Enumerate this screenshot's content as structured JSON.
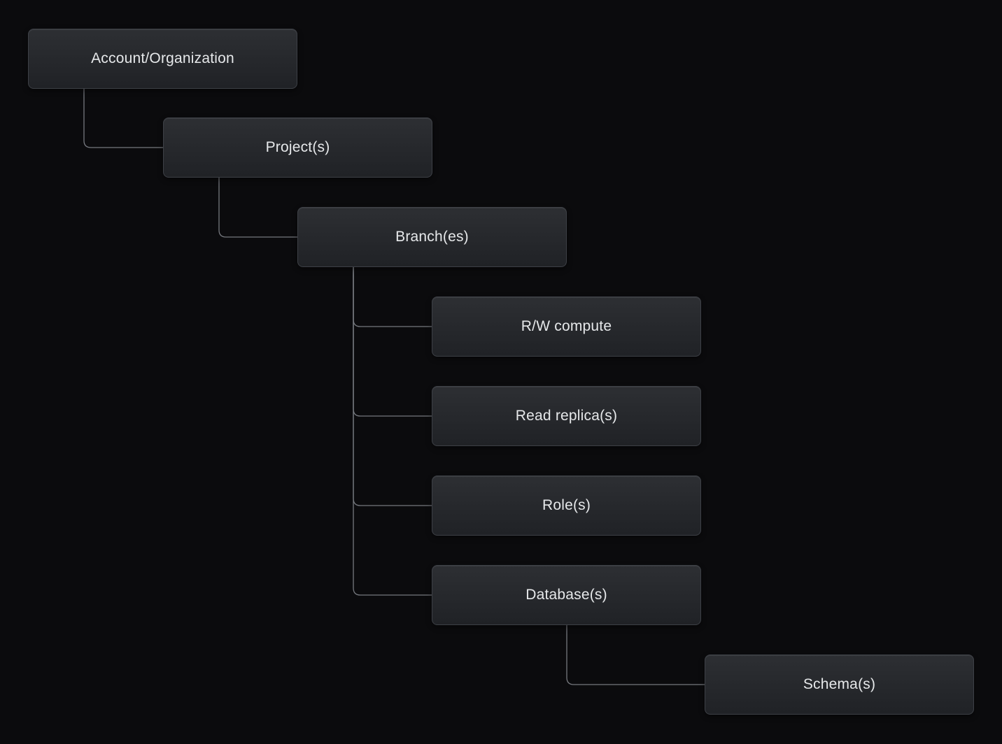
{
  "diagram": {
    "type": "hierarchy-tree",
    "nodes": [
      {
        "id": "account",
        "label": "Account/Organization",
        "parent": null,
        "level": 0
      },
      {
        "id": "projects",
        "label": "Project(s)",
        "parent": "account",
        "level": 1
      },
      {
        "id": "branches",
        "label": "Branch(es)",
        "parent": "projects",
        "level": 2
      },
      {
        "id": "rw-compute",
        "label": "R/W compute",
        "parent": "branches",
        "level": 3
      },
      {
        "id": "read-replicas",
        "label": "Read replica(s)",
        "parent": "branches",
        "level": 3
      },
      {
        "id": "roles",
        "label": "Role(s)",
        "parent": "branches",
        "level": 3
      },
      {
        "id": "databases",
        "label": "Database(s)",
        "parent": "branches",
        "level": 3
      },
      {
        "id": "schemas",
        "label": "Schema(s)",
        "parent": "databases",
        "level": 4
      }
    ],
    "edges": [
      {
        "from": "account",
        "to": "projects"
      },
      {
        "from": "projects",
        "to": "branches"
      },
      {
        "from": "branches",
        "to": "rw-compute"
      },
      {
        "from": "branches",
        "to": "read-replicas"
      },
      {
        "from": "branches",
        "to": "roles"
      },
      {
        "from": "branches",
        "to": "databases"
      },
      {
        "from": "databases",
        "to": "schemas"
      }
    ],
    "colors": {
      "background": "#0b0b0d",
      "node_fill_top": "#2d2f33",
      "node_fill_bottom": "#202226",
      "node_border": "#3d4046",
      "connector": "#75787e",
      "text": "#e6e8ea"
    }
  }
}
